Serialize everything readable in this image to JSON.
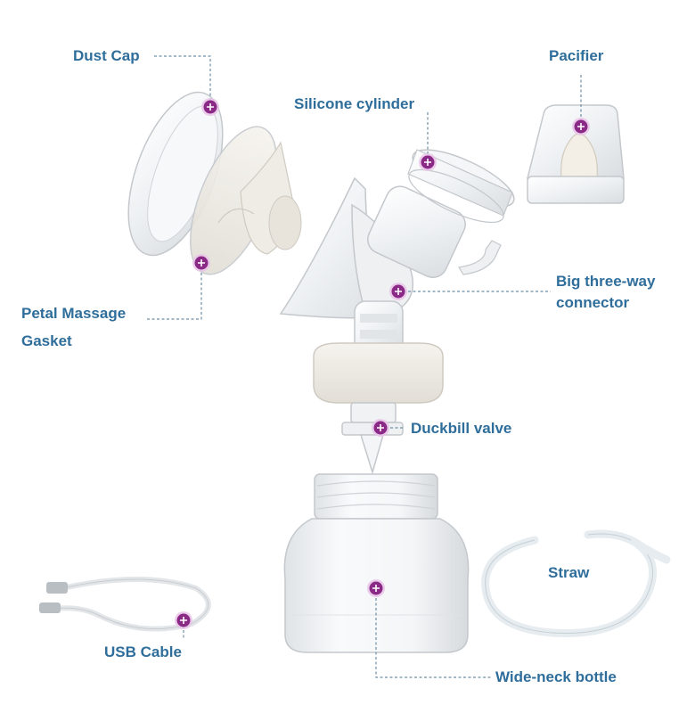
{
  "labels": {
    "dust_cap": "Dust Cap",
    "pacifier": "Pacifier",
    "silicone_cylinder": "Silicone cylinder",
    "petal_massage": "Petal Massage",
    "gasket": "Gasket",
    "three_way_line1": "Big three-way",
    "three_way_line2": "connector",
    "duckbill_valve": "Duckbill valve",
    "straw": "Straw",
    "usb_cable": "USB Cable",
    "wide_neck_bottle": "Wide-neck bottle"
  },
  "colors": {
    "label_text": "#2f6e9b",
    "marker_fill": "#8a2a86",
    "marker_ring": "#e9c4e7",
    "leader_line": "#6d8fa8",
    "background": "#ffffff"
  },
  "icons": {
    "marker": "plus-circle-icon"
  }
}
